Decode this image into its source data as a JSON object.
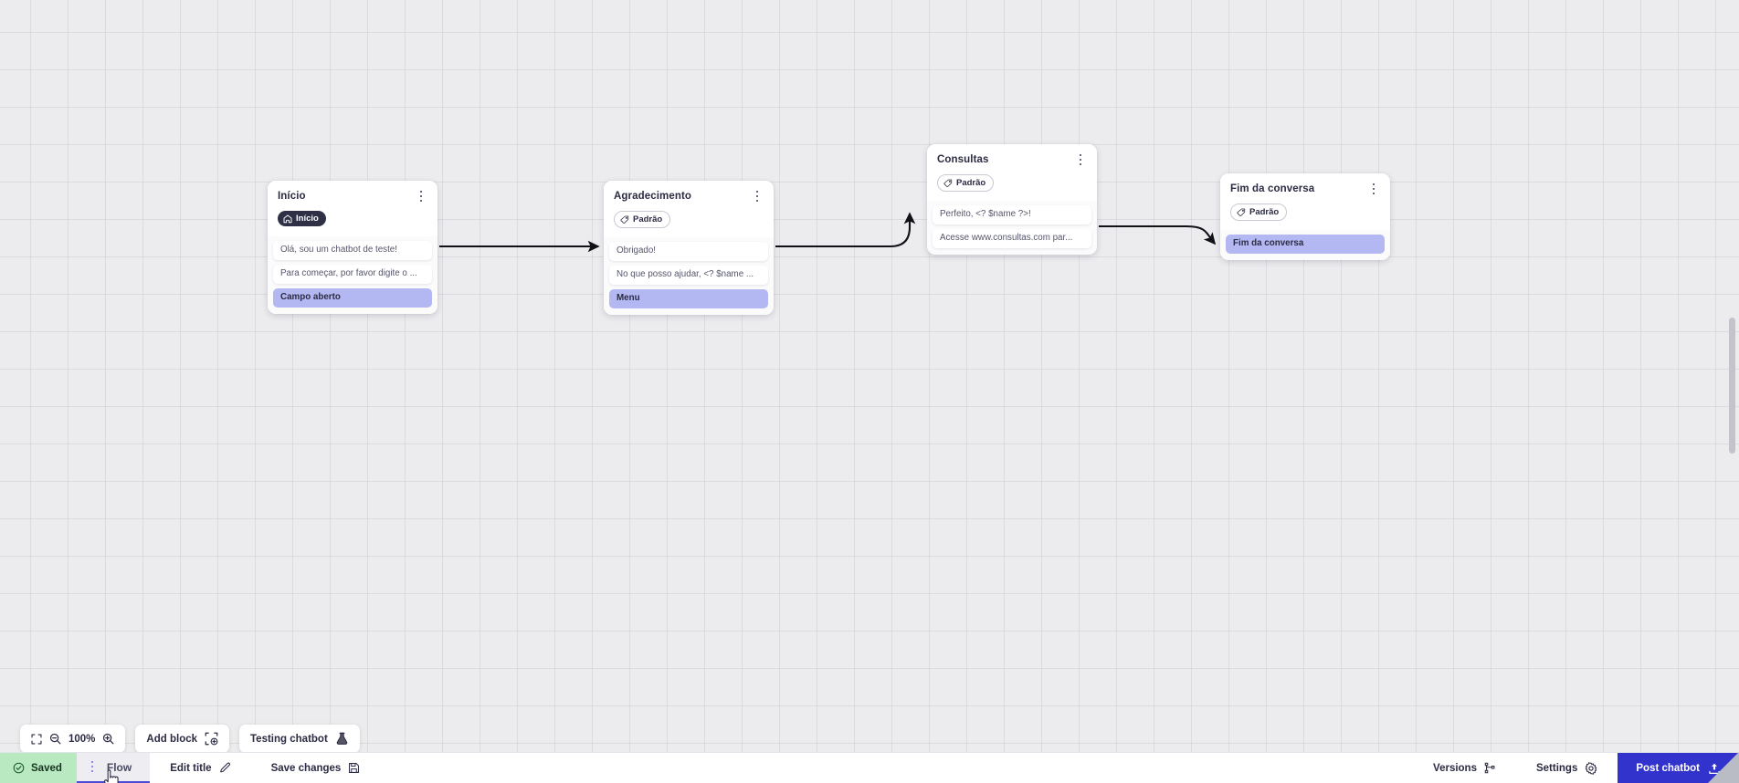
{
  "canvas": {
    "zoom_label": "100%",
    "nodes": [
      {
        "id": "inicio",
        "title": "Início",
        "badge": {
          "label": "Início",
          "icon": "home-icon",
          "style": "dark"
        },
        "rows": [
          {
            "text": "Olá, sou um chatbot de teste!",
            "type": "message"
          },
          {
            "text": "Para começar, por favor digite o ...",
            "type": "message"
          },
          {
            "text": "Campo aberto",
            "type": "action"
          }
        ]
      },
      {
        "id": "agradecimento",
        "title": "Agradecimento",
        "badge": {
          "label": "Padrão",
          "icon": "tag-icon",
          "style": "light"
        },
        "rows": [
          {
            "text": "Obrigado!",
            "type": "message"
          },
          {
            "text": "No que posso ajudar, <? $name ...",
            "type": "message"
          },
          {
            "text": "Menu",
            "type": "action"
          }
        ]
      },
      {
        "id": "consultas",
        "title": "Consultas",
        "badge": {
          "label": "Padrão",
          "icon": "tag-icon",
          "style": "light"
        },
        "rows": [
          {
            "text": "Perfeito, <? $name ?>!",
            "type": "message"
          },
          {
            "text": "Acesse www.consultas.com par...",
            "type": "message"
          }
        ]
      },
      {
        "id": "fim",
        "title": "Fim da conversa",
        "badge": {
          "label": "Padrão",
          "icon": "tag-icon",
          "style": "light"
        },
        "rows": [
          {
            "text": "Fim da conversa",
            "type": "action"
          }
        ]
      }
    ]
  },
  "toolbar": {
    "fit_icon": "fit-screen-icon",
    "zoom_out_icon": "zoom-out-icon",
    "zoom_level": "100%",
    "zoom_in_icon": "zoom-in-icon",
    "add_block_label": "Add block",
    "add_block_icon": "add-block-icon",
    "testing_label": "Testing chatbot",
    "testing_icon": "flask-icon"
  },
  "bottombar": {
    "saved_label": "Saved",
    "saved_icon": "check-circle-icon",
    "flow_tab_label": "Flow",
    "flow_tab_kebab": "kebab-icon",
    "edit_title_label": "Edit title",
    "edit_title_icon": "pencil-icon",
    "save_changes_label": "Save changes",
    "save_changes_icon": "save-disk-icon",
    "versions_label": "Versions",
    "versions_icon": "branch-icon",
    "settings_label": "Settings",
    "settings_icon": "gear-icon",
    "post_label": "Post chatbot",
    "post_icon": "upload-icon"
  },
  "colors": {
    "canvas_bg": "#ececee",
    "accent_blue": "#3232cc",
    "action_row": "#b4b8f2",
    "saved_green": "#b9e9c0",
    "badge_dark": "#2f2f46"
  }
}
